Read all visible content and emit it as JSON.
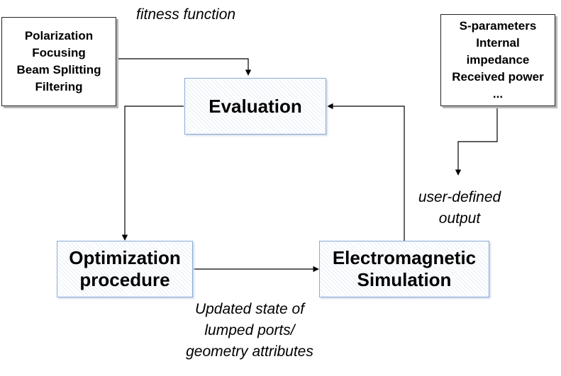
{
  "goals_box": {
    "lines": [
      "Polarization",
      "Focusing",
      "Beam Splitting",
      "Filtering"
    ]
  },
  "outputs_box": {
    "lines": [
      "S-parameters",
      "Internal",
      "impedance",
      "Received power",
      "..."
    ]
  },
  "nodes": {
    "evaluation": "Evaluation",
    "optimization": [
      "Optimization",
      "procedure"
    ],
    "simulation": [
      "Electromagnetic",
      "Simulation"
    ]
  },
  "labels": {
    "fitness": "fitness function",
    "user_output": [
      "user-defined",
      "output"
    ],
    "updated_state": [
      "Updated state of",
      "lumped ports/",
      "geometry attributes"
    ]
  },
  "colors": {
    "process_border": "#8aaad8",
    "process_hatch": "#e7eef8",
    "arrow": "#000000"
  }
}
